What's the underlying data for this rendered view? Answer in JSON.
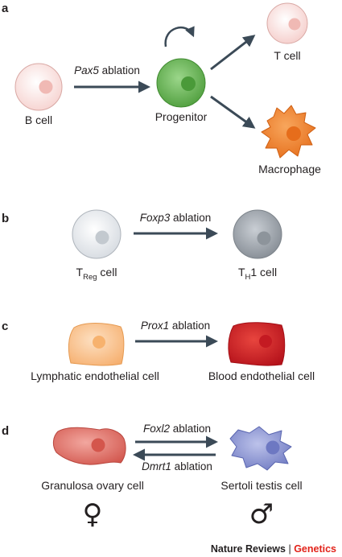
{
  "panels": {
    "a": {
      "letter": "a",
      "source_cell": "B cell",
      "gene": "Pax5",
      "ablation_word": " ablation",
      "progenitor": "Progenitor",
      "t_cell": "T cell",
      "macrophage": "Macrophage"
    },
    "b": {
      "letter": "b",
      "gene": "Foxp3",
      "ablation_word": " ablation",
      "treg_main": "T",
      "treg_sub": "Reg",
      "treg_suffix": " cell",
      "th1_main": "T",
      "th1_sub": "H",
      "th1_suffix": "1 cell"
    },
    "c": {
      "letter": "c",
      "gene": "Prox1",
      "ablation_word": " ablation",
      "left_cell": "Lymphatic endothelial cell",
      "right_cell": "Blood endothelial cell"
    },
    "d": {
      "letter": "d",
      "gene_forward": "Foxl2",
      "gene_reverse": "Dmrt1",
      "ablation_word": " ablation",
      "left_cell": "Granulosa ovary cell",
      "right_cell": "Sertoli testis cell",
      "female_symbol": "♀",
      "male_symbol": "♂"
    }
  },
  "credit": {
    "publisher": "Nature Reviews",
    "separator": " | ",
    "journal": "Genetics",
    "journal_color": "#e2231a"
  },
  "colors": {
    "arrow": "#3b4a57",
    "b_cell": "#fbe6e4",
    "progenitor": "#6dbb58",
    "t_cell": "#fbe1df",
    "macrophage": "#f2832b",
    "treg": "#eef0f3",
    "th1": "#a7adb4",
    "lymphatic": "#fbc48f",
    "blood": "#d42027",
    "granulosa": "#e0736a",
    "sertoli": "#8b95d4"
  }
}
